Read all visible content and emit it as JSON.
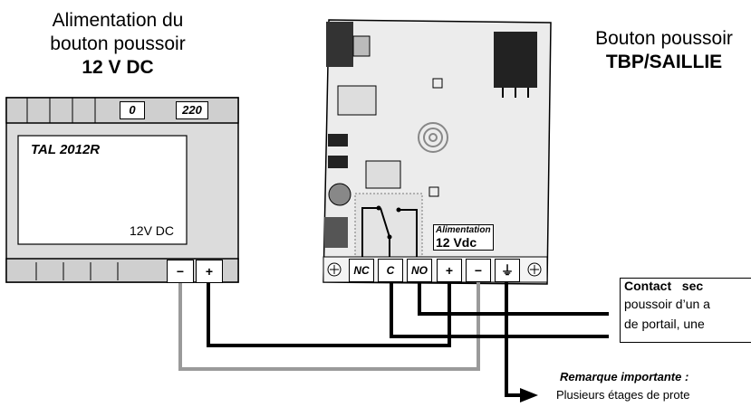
{
  "left_title": {
    "line1": "Alimentation du",
    "line2": "bouton poussoir",
    "line3": "12 V DC"
  },
  "right_title": {
    "line1": "Bouton poussoir",
    "line2": "TBP/SAILLIE"
  },
  "psu": {
    "model": "TAL 2012R",
    "voltage_label": "12V DC",
    "top_labels": [
      "0",
      "220"
    ],
    "terminals": [
      "−",
      "+"
    ]
  },
  "board": {
    "power_label_line1": "Alimentation",
    "power_label_line2": "12 Vdc",
    "terminals": [
      "NC",
      "C",
      "NO",
      "+",
      "−",
      "⏚"
    ]
  },
  "contact_note": {
    "line1": "Contact   sec",
    "line2": "poussoir d’un a",
    "line3": "de portail, une"
  },
  "remark": {
    "title": "Remarque importante :",
    "text": "Plusieurs étages de prote"
  },
  "colors": {
    "gray_wire": "#9a9a9a",
    "psu_body": "#dcdcdc",
    "board": "#ececec"
  }
}
